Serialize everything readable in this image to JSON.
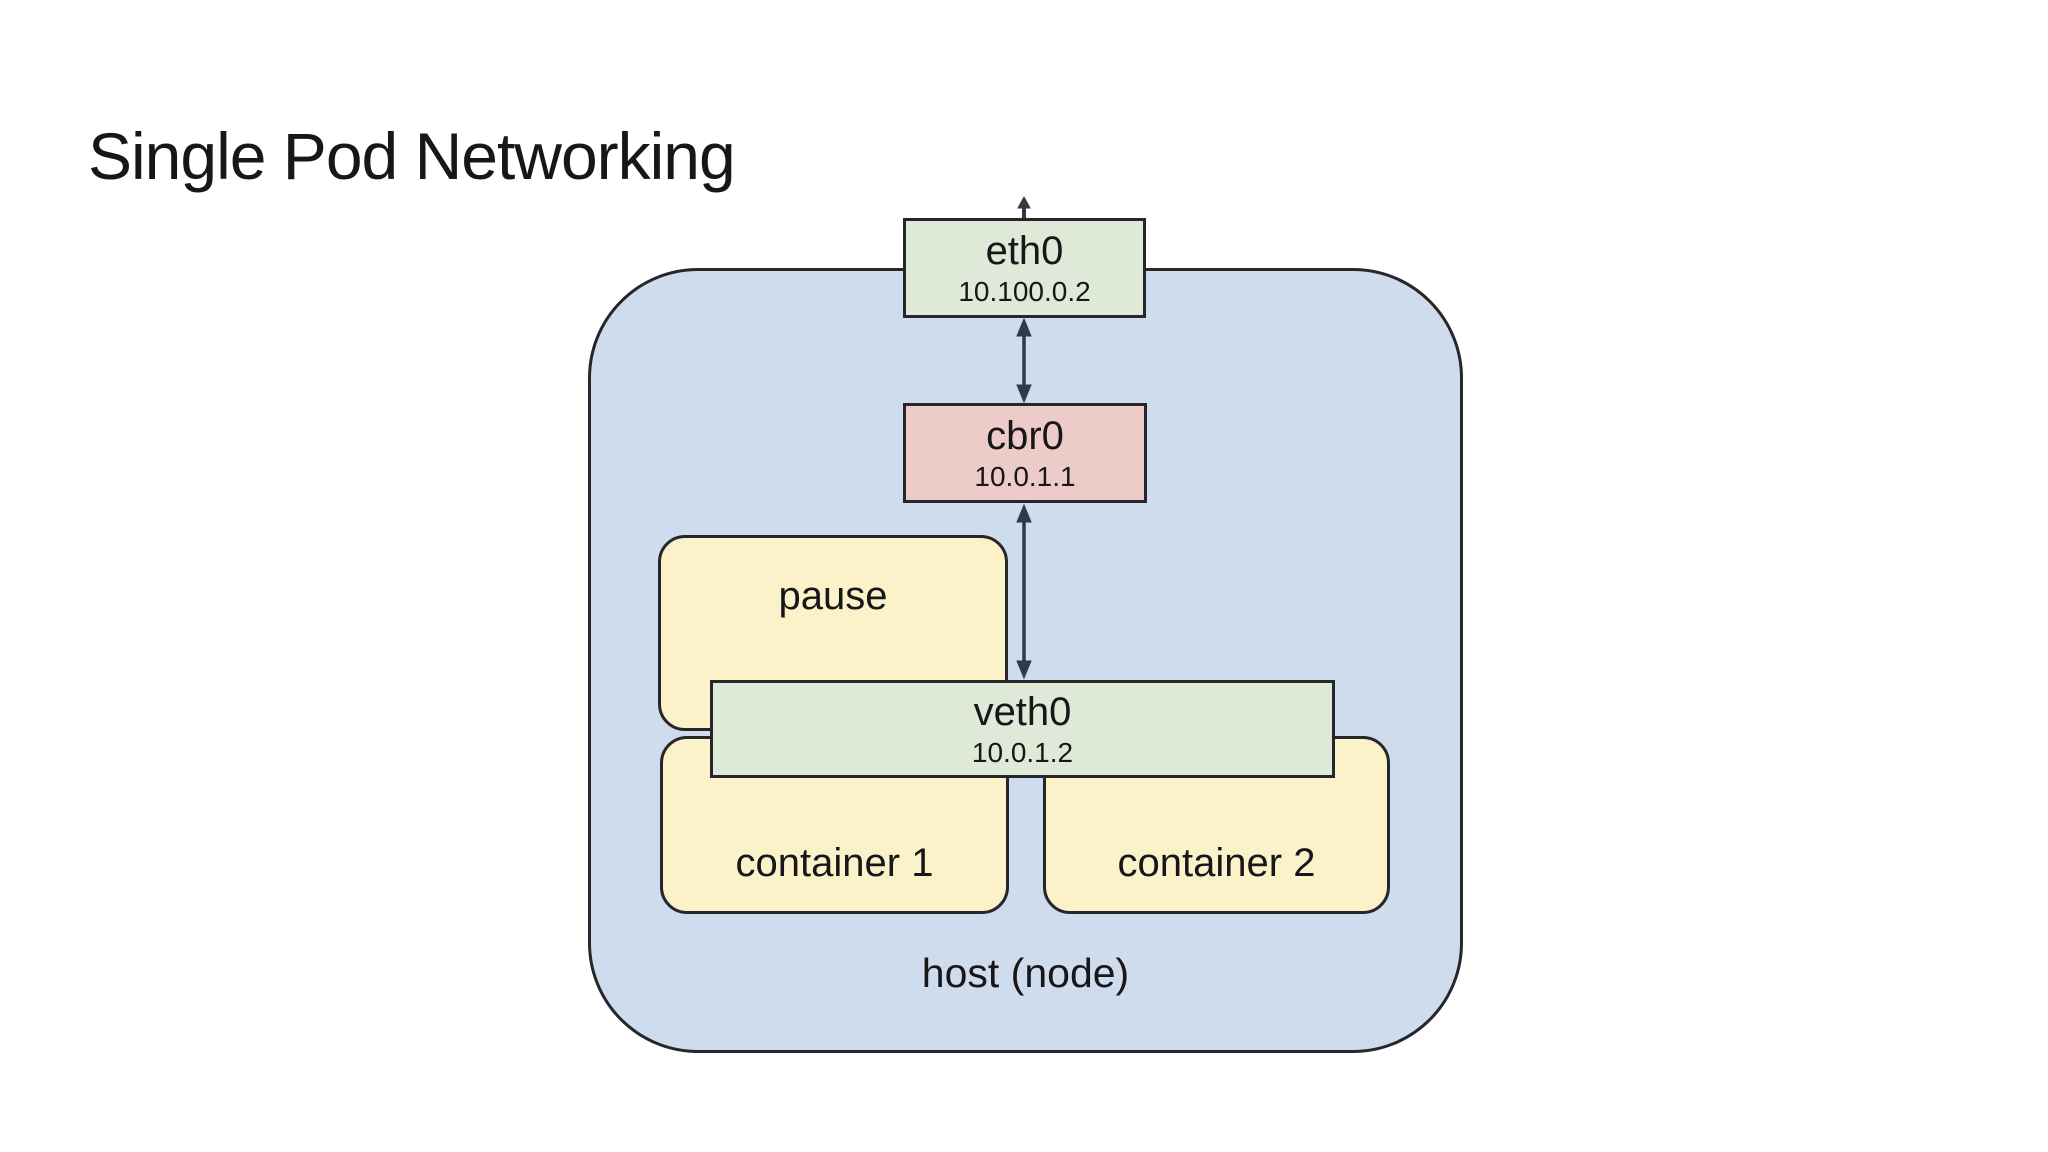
{
  "title": "Single Pod Networking",
  "diagram": {
    "host_label": "host (node)",
    "eth0": {
      "name": "eth0",
      "ip": "10.100.0.2"
    },
    "cbr0": {
      "name": "cbr0",
      "ip": "10.0.1.1"
    },
    "veth0": {
      "name": "veth0",
      "ip": "10.0.1.2"
    },
    "pause_label": "pause",
    "container1_label": "container 1",
    "container2_label": "container 2"
  },
  "colors": {
    "host_fill": "#cfdcee",
    "interface_fill": "#dfe9d8",
    "bridge_fill": "#edcbc9",
    "container_fill": "#fbf2ca",
    "border": "#26262b",
    "arrow": "#323a46",
    "text": "#17171a",
    "background": "#ffffff"
  }
}
